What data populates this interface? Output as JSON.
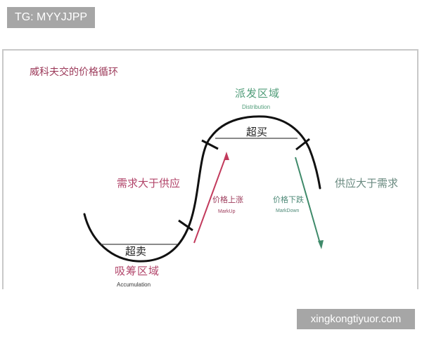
{
  "watermarks": {
    "top": "TG: MYYJJPP",
    "bottom": "xingkongtiyuor.com"
  },
  "diagram": {
    "title": "威科夫交的价格循环",
    "distribution": {
      "cn": "派发区域",
      "en": "Distribution"
    },
    "accumulation": {
      "cn": "吸筹区域",
      "en": "Accumulation"
    },
    "overbought": "超买",
    "oversold": "超卖",
    "demand_exceeds_supply": "需求大于供应",
    "supply_exceeds_demand": "供应大于需求",
    "markup": {
      "cn": "价格上涨",
      "en": "MarkUp"
    },
    "markdown": {
      "cn": "价格下跌",
      "en": "MarkDown"
    }
  },
  "colors": {
    "accumulation_red": "#b2456a",
    "distribution_green": "#4f9c78",
    "markup_arrow": "#c23a5c",
    "markdown_arrow": "#3f8a6a",
    "curve": "#111111",
    "watermark_bg": "#a6a6a6"
  }
}
